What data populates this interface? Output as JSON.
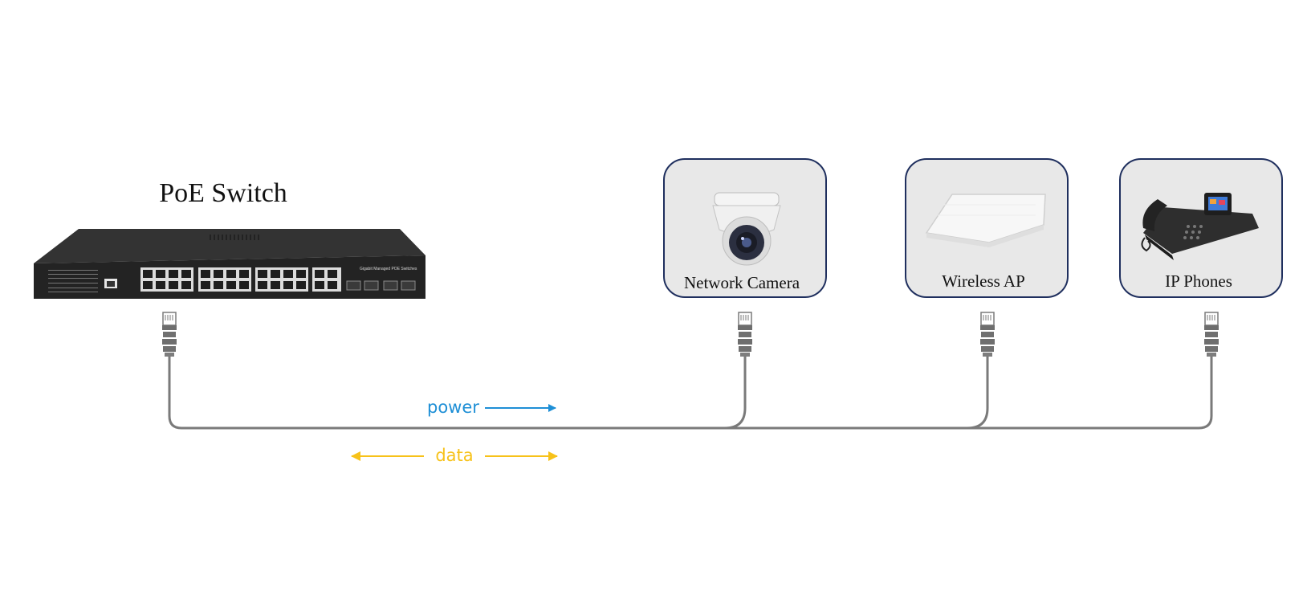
{
  "title": "PoE Switch",
  "switch": {
    "model_text": "Gigabit Managed POE Switches"
  },
  "devices": [
    {
      "id": "camera",
      "label": "Network Camera"
    },
    {
      "id": "ap",
      "label": "Wireless AP"
    },
    {
      "id": "phone",
      "label": "IP Phones"
    }
  ],
  "flows": {
    "power": {
      "label": "power",
      "direction": "right",
      "color": "#1e8fd6"
    },
    "data": {
      "label": "data",
      "direction": "both",
      "color": "#f7c21a"
    }
  },
  "colors": {
    "box_border": "#1f2f5e",
    "box_fill": "#e8e8e8",
    "cable": "#7a7a7a",
    "switch_body": "#2a2a2a"
  }
}
